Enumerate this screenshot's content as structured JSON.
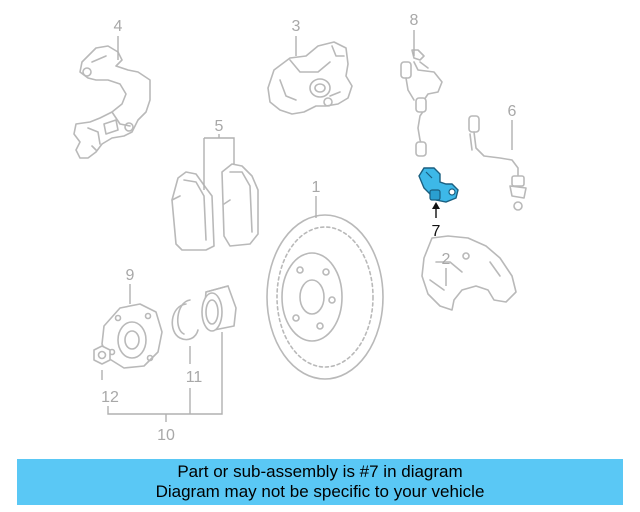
{
  "diagram": {
    "callouts": {
      "c1": "1",
      "c2": "2",
      "c3": "3",
      "c4": "4",
      "c5": "5",
      "c6": "6",
      "c7": "7",
      "c8": "8",
      "c9": "9",
      "c10": "10",
      "c11": "11",
      "c12": "12"
    },
    "highlighted_part": "7",
    "colors": {
      "line": "#b9b9b9",
      "highlight": "#3db8e8",
      "banner": "#5ac8f5"
    }
  },
  "banner": {
    "line1": "Part or sub-assembly is #7 in diagram",
    "line2": "Diagram may not be specific to your vehicle"
  }
}
